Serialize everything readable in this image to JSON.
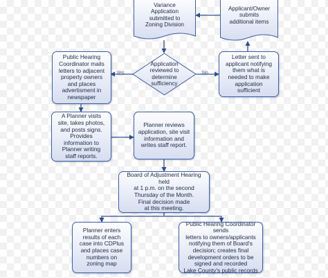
{
  "nodes": {
    "variance": "Variance\nApplication\nsubmitted to\nZoning Division",
    "applicant_submits": "Applicant/Owner\nsubmits\nadditional items",
    "hearing_mails": "Public Hearing\nCoordinator mails\nletters to adjacent\nproperty owners\nand places\nadvertisment in\nnewspaper",
    "sufficiency": "Application\nreviewed to\ndetermine\nsufficiency",
    "letter_sent": "Letter sent to\napplicant notifying\nthem what is\nneeded to make\napplication\nsufficient",
    "planner_visits": "A Planner visits\nsite, takes photos,\nand posts signs.\nProvides\ninformation to\nPlanner writing\nstaff reports.",
    "planner_reviews": "Planner reviews\napplication, site visit\ninformation and\nwrites staff report.",
    "board_hearing": "Board of Adjustment Hearing held\nat 1 p.m. on the second\nThursday of the Month.\nFinal decision made\nat this meeting.",
    "planner_enters": "Planner enters\nresults of each\ncase into CDPlus\nand places case\nnumbers on\nzoning map",
    "hearing_sends": "Public Hearing Coordinator sends\nletters to owners/applicants\nnotifying them of Board's\ndecision; creates final\ndevelopment orders to be\nsigned and recorded\nLake County's public records"
  },
  "labels": {
    "yes": "Yes",
    "no": "No"
  },
  "colors": {
    "border": "#3d5ea8",
    "arrow": "#2f4f8f",
    "fill_top": "#fdfdff",
    "fill_bottom": "#d6def0"
  }
}
